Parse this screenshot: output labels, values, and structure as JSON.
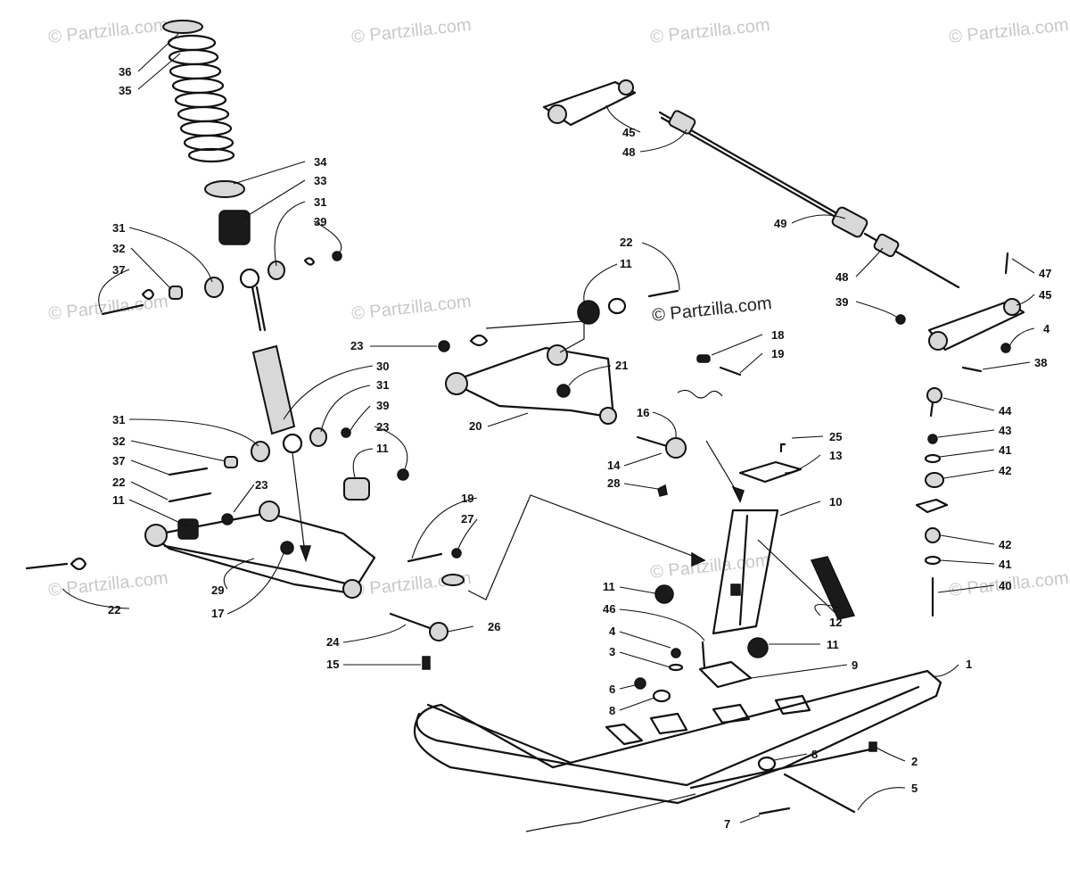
{
  "watermarks": {
    "faint": "© Partzilla.com",
    "center": "© Partzilla.com"
  },
  "labels": {
    "l36": "36",
    "l35": "35",
    "l34": "34",
    "l33": "33",
    "l31a": "31",
    "l39a": "39",
    "l31b": "31",
    "l32a": "32",
    "l37a": "37",
    "l30": "30",
    "l31c": "31",
    "l39b": "39",
    "l23a": "23",
    "l31d": "31",
    "l32b": "32",
    "l37b": "37",
    "l22a": "22",
    "l11a": "11",
    "l23b": "23",
    "l23c": "23",
    "l11b": "11",
    "l22b": "22",
    "l29": "29",
    "l17": "17",
    "l24": "24",
    "l15": "15",
    "l26": "26",
    "l19a": "19",
    "l27": "27",
    "l22c": "22",
    "l11c": "11",
    "l20": "20",
    "l21": "21",
    "l16": "16",
    "l14": "14",
    "l28": "28",
    "l18": "18",
    "l19b": "19",
    "l25": "25",
    "l13": "13",
    "l10": "10",
    "l12": "12",
    "l11d": "11",
    "l46": "46",
    "l4a": "4",
    "l3": "3",
    "l6": "6",
    "l8a": "8",
    "l11e": "11",
    "l9": "9",
    "l1": "1",
    "l8b": "8",
    "l2": "2",
    "l5": "5",
    "l7": "7",
    "l45a": "45",
    "l48a": "48",
    "l49": "49",
    "l48b": "48",
    "l47": "47",
    "l39c": "39",
    "l45b": "45",
    "l4b": "4",
    "l38": "38",
    "l44": "44",
    "l43": "43",
    "l41a": "41",
    "l42a": "42",
    "l42b": "42",
    "l41b": "41",
    "l40": "40"
  }
}
